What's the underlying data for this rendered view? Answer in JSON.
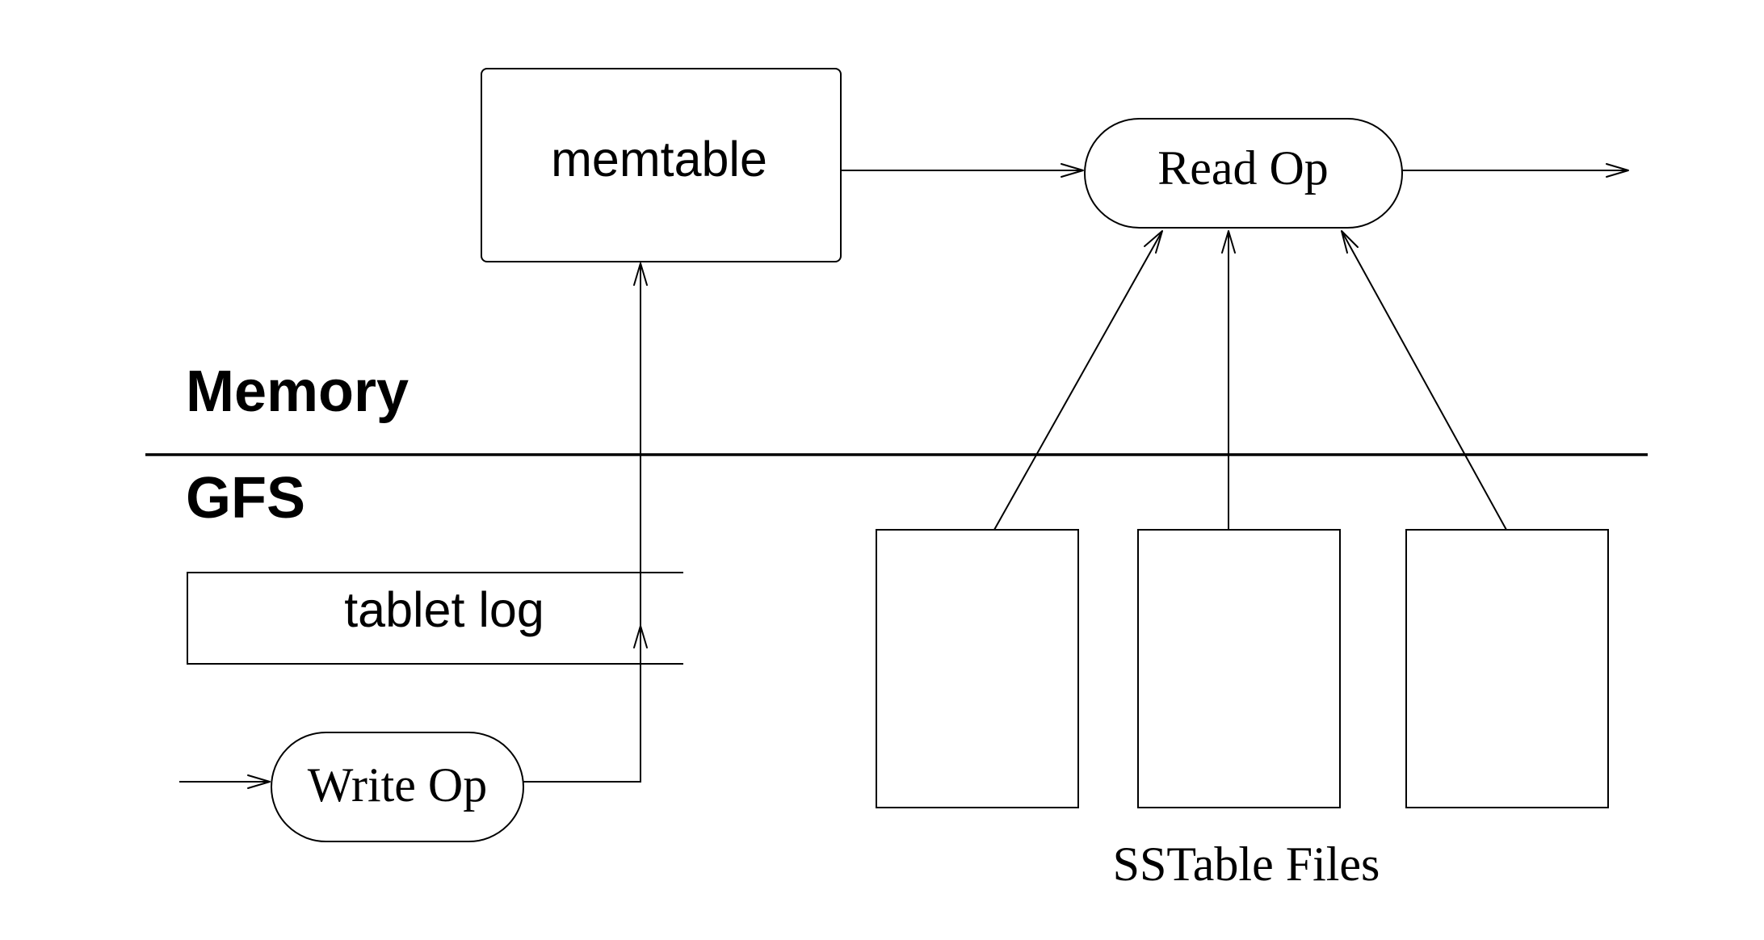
{
  "labels": {
    "memtable": "memtable",
    "read_op": "Read Op",
    "memory": "Memory",
    "gfs": "GFS",
    "tablet_log": "tablet log",
    "write_op": "Write Op",
    "sstable_files": "SSTable Files"
  }
}
